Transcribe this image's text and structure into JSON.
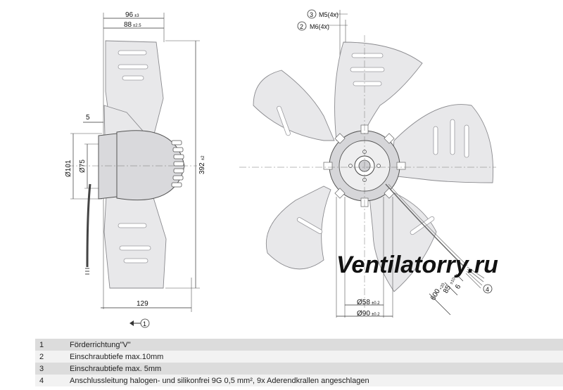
{
  "side_view": {
    "dim_96": "96",
    "dim_96_tol": "±3",
    "dim_88": "88",
    "dim_88_tol": "±2.5",
    "dim_5": "5",
    "dim_d101": "Ø101",
    "dim_d75": "Ø75",
    "dim_392": "392",
    "dim_392_tol": "±2",
    "dim_129": "129",
    "callout_1": "1"
  },
  "front_view": {
    "callout_3": "3",
    "label_m5": "M5(4x)",
    "callout_2": "2",
    "label_m6": "M6(4x)",
    "dim_d58": "Ø58",
    "dim_d58_tol": "±0.2",
    "dim_d90": "Ø90",
    "dim_d90_tol": "±0.2",
    "dim_600": "600",
    "dim_600_tol": "+20",
    "dim_85": "85",
    "dim_85_tol": "±10",
    "dim_6": "6",
    "callout_4": "4"
  },
  "watermark": "Ventilatorry.ru",
  "legend": [
    {
      "num": "1",
      "text": "Förderrichtung\"V\""
    },
    {
      "num": "2",
      "text": "Einschraubtiefe max.10mm"
    },
    {
      "num": "3",
      "text": "Einschraubtiefe max. 5mm"
    },
    {
      "num": "4",
      "text": "Anschlussleitung halogen- und silikonfrei 9G 0,5 mm², 9x Aderendkrallen angeschlagen"
    }
  ]
}
